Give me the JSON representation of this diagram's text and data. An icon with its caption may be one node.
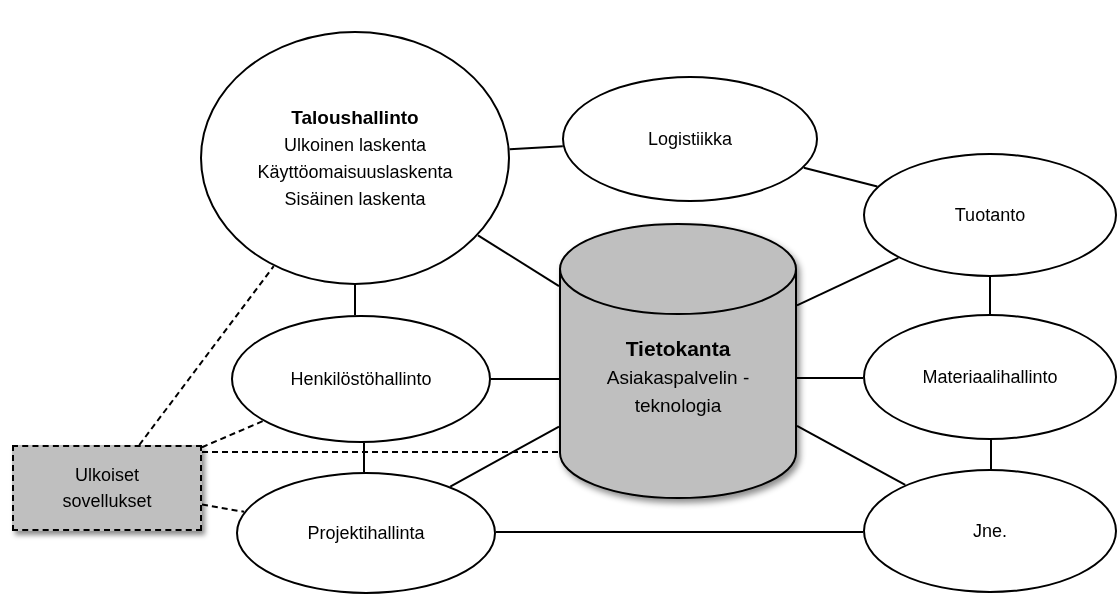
{
  "diagram": {
    "nodes": [
      {
        "text": [
          "Taloushallinto",
          "Ulkoinen laskenta",
          "Käyttöomaisuuslaskenta",
          "Sisäinen laskenta"
        ]
      },
      {
        "text": [
          "Logistiikka"
        ]
      },
      {
        "text": [
          "Tuotanto"
        ]
      },
      {
        "text": [
          "Henkilöstöhallinto"
        ]
      },
      {
        "text": [
          "Tietokanta",
          "Asiakaspalvelin -teknologia"
        ]
      },
      {
        "text": [
          "Materiaalihallinto"
        ]
      },
      {
        "text": [
          "Ulkoiset sovellukset"
        ]
      },
      {
        "text": [
          "Projektihallinta"
        ]
      },
      {
        "text": [
          "Jne."
        ]
      }
    ],
    "edges": [
      {
        "from": 0,
        "to": 1,
        "arrow": "none"
      },
      {
        "from": 1,
        "to": 2,
        "arrow": "none"
      },
      {
        "from": 0,
        "to": 4,
        "arrow": "none"
      },
      {
        "from": 2,
        "to": 4,
        "arrow": "none"
      },
      {
        "from": 0,
        "to": 3,
        "arrow": "none"
      },
      {
        "from": 3,
        "to": 4,
        "arrow": "none"
      },
      {
        "from": 4,
        "to": 5,
        "arrow": "none"
      },
      {
        "from": 2,
        "to": 5,
        "arrow": "none"
      },
      {
        "from": 3,
        "to": 7,
        "arrow": "none"
      },
      {
        "from": 7,
        "to": 4,
        "arrow": "none"
      },
      {
        "from": 4,
        "to": 8,
        "arrow": "none"
      },
      {
        "from": 5,
        "to": 8,
        "arrow": "none"
      },
      {
        "from": 7,
        "to": 8,
        "arrow": "none"
      },
      {
        "from": 6,
        "to": 0,
        "arrow": "none",
        "style": "dashed"
      },
      {
        "from": 6,
        "to": 3,
        "arrow": "none",
        "style": "dashed"
      },
      {
        "from": 6,
        "to": 4,
        "arrow": "none",
        "style": "dashed"
      },
      {
        "from": 6,
        "to": 7,
        "arrow": "none",
        "style": "dashed"
      }
    ]
  }
}
